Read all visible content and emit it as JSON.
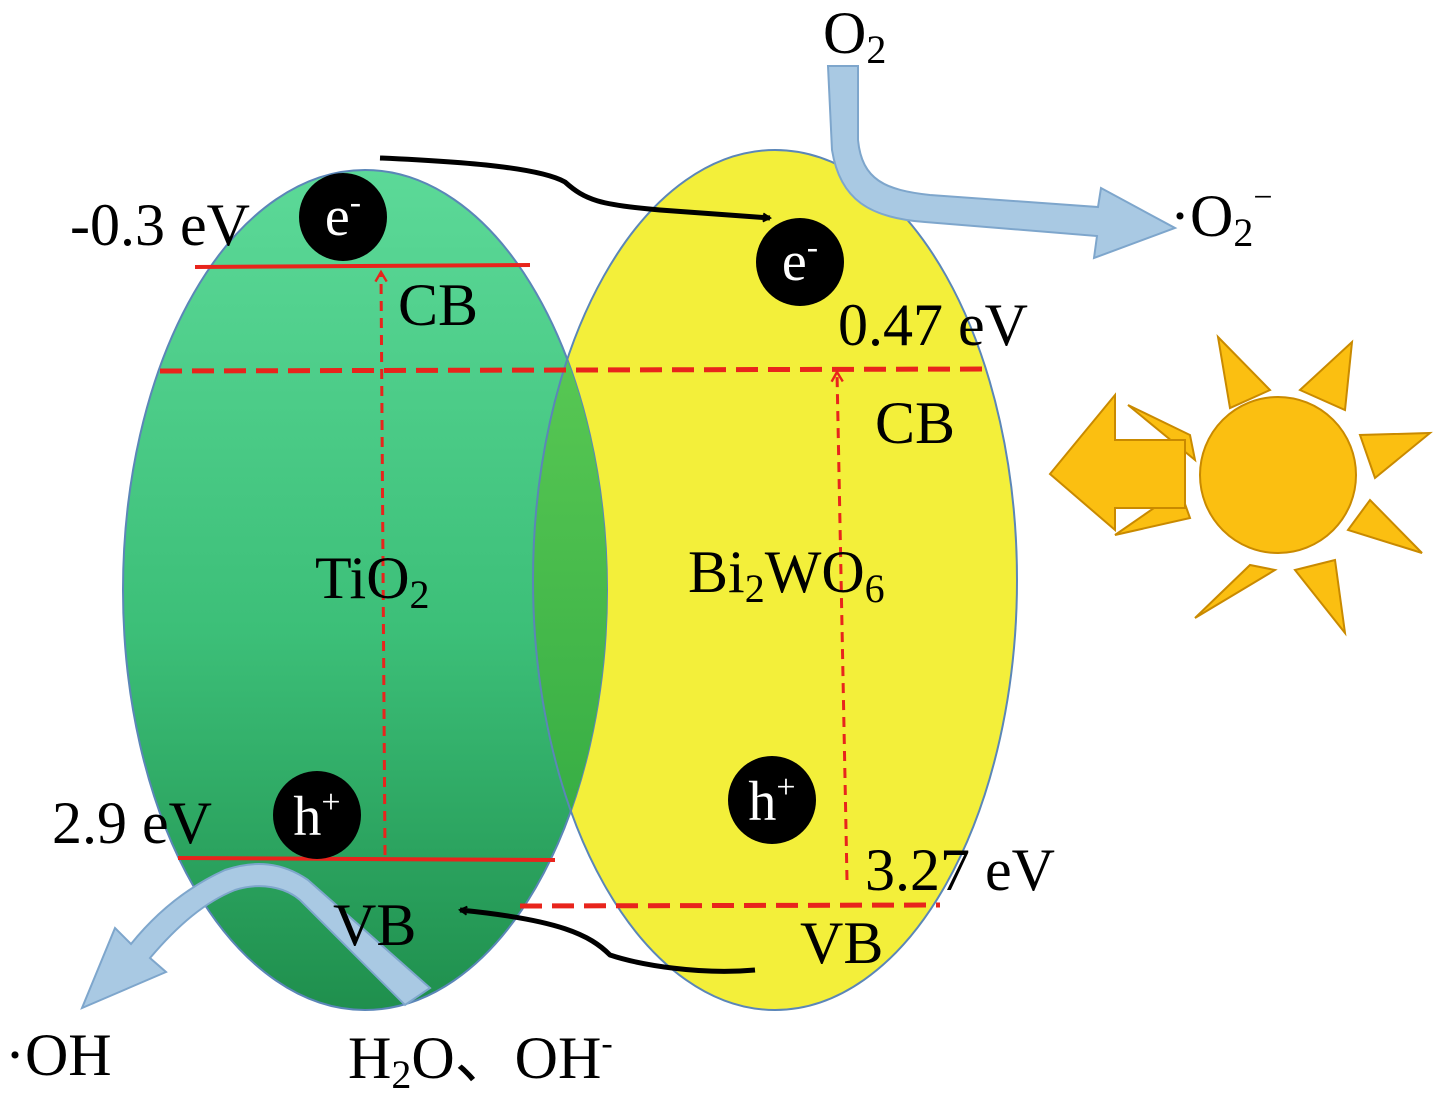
{
  "colors": {
    "tio2_fill": "#3cbf78",
    "tio2_dark": "#1e9a55",
    "bi2wo6_fill": "#f3ef3a",
    "overlap": "#55c64a",
    "band_line": "#e8241c",
    "arrow_blue": "#a9c9e3",
    "sun": "#fbbf11",
    "particle": "#000000"
  },
  "labels": {
    "tio2_cb_energy": "-0.3 eV",
    "tio2_vb_energy": "2.9 eV",
    "bi_cb_energy": "0.47 eV",
    "bi_vb_energy": "3.27 eV",
    "tio2_cb": "CB",
    "tio2_vb": "VB",
    "bi_cb": "CB",
    "bi_vb": "VB",
    "tio2_name": {
      "base": "TiO",
      "sub": "2"
    },
    "bi_name": {
      "base1": "Bi",
      "sub1": "2",
      "base2": "WO",
      "sub2": "6"
    },
    "o2": {
      "base": "O",
      "sub": "2"
    },
    "superoxide": {
      "dot": "·O",
      "sub": "2",
      "sup": "−"
    },
    "hydroxyl": "·OH",
    "water": {
      "h": "H",
      "sub": "2",
      "rest": "O、OH",
      "sup": "-"
    }
  },
  "particles": {
    "electron": {
      "base": "e",
      "sup": "-"
    },
    "hole": {
      "base": "h",
      "sup": "+"
    }
  },
  "icons": [
    "sun-icon",
    "light-arrow-icon"
  ]
}
